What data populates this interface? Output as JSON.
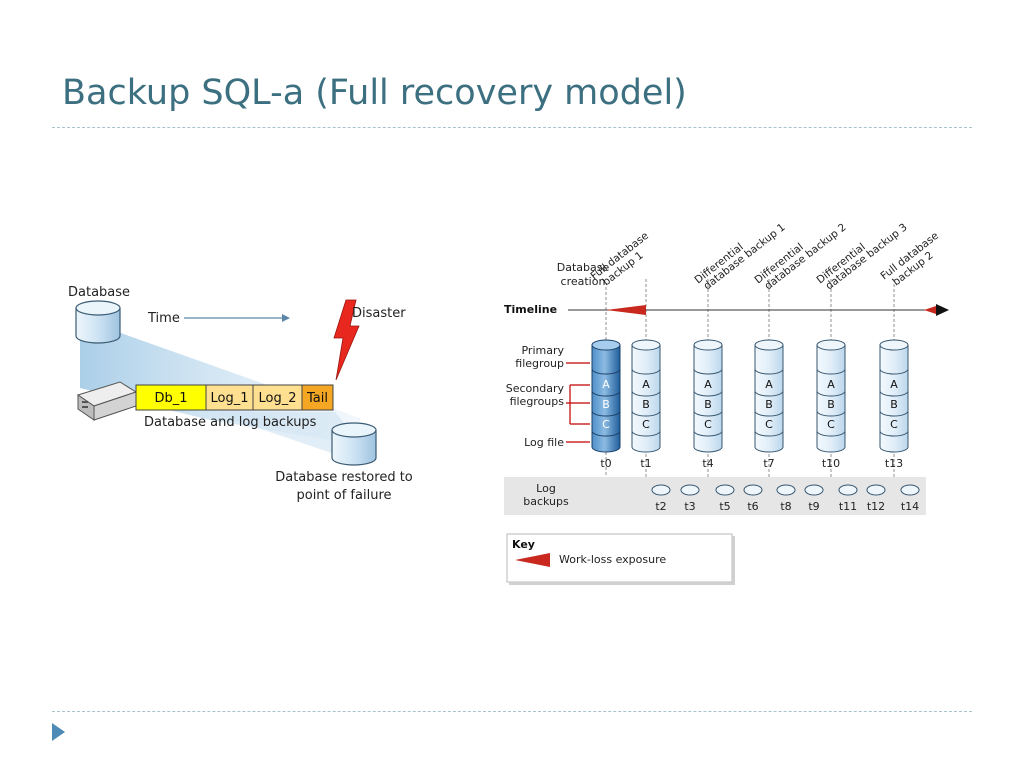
{
  "slide": {
    "title": "Backup SQL-a (Full recovery model)"
  },
  "left_diagram": {
    "database_label": "Database",
    "time_label": "Time",
    "disaster_label": "Disaster",
    "segments": [
      {
        "label": "Db_1",
        "fill": "#ffff00"
      },
      {
        "label": "Log_1",
        "fill": "#ffe090"
      },
      {
        "label": "Log_2",
        "fill": "#ffe090"
      },
      {
        "label": "Tail",
        "fill": "#f5a623"
      }
    ],
    "backups_caption": "Database and log backups",
    "restored_line1": "Database restored to",
    "restored_line2": "point of failure",
    "colors": {
      "bolt": "#e8281e",
      "beam": "#bcd8ec",
      "cylinder": "#d6e9f6"
    }
  },
  "right_diagram": {
    "database_creation_line1": "Database",
    "database_creation_line2": "creation",
    "timeline_label": "Timeline",
    "events": [
      {
        "line1": "Full database",
        "line2": "backup 1"
      },
      {
        "line1": "Differential",
        "line2": "database backup 1"
      },
      {
        "line1": "Differential",
        "line2": "database backup 2"
      },
      {
        "line1": "Differential",
        "line2": "database backup 3"
      },
      {
        "line1": "Full database",
        "line2": "backup 2"
      }
    ],
    "side_labels": {
      "primary_line1": "Primary",
      "primary_line2": "filegroup",
      "secondary_line1": "Secondary",
      "secondary_line2": "filegroups",
      "log_file": "Log file"
    },
    "filegroup_letters": [
      "A",
      "B",
      "C"
    ],
    "cylinder_times": [
      "t0",
      "t1",
      "t4",
      "t7",
      "t10",
      "t13"
    ],
    "log_backups_line1": "Log",
    "log_backups_line2": "backups",
    "log_backup_times": [
      "t2",
      "t3",
      "t5",
      "t6",
      "t8",
      "t9",
      "t11",
      "t12",
      "t14"
    ],
    "key": {
      "title": "Key",
      "item": "Work-loss exposure"
    },
    "colors": {
      "exposure": "#c8281e",
      "marker": "#c00000",
      "active_db": "#2f74b5",
      "db": "#d9ebf7"
    }
  }
}
